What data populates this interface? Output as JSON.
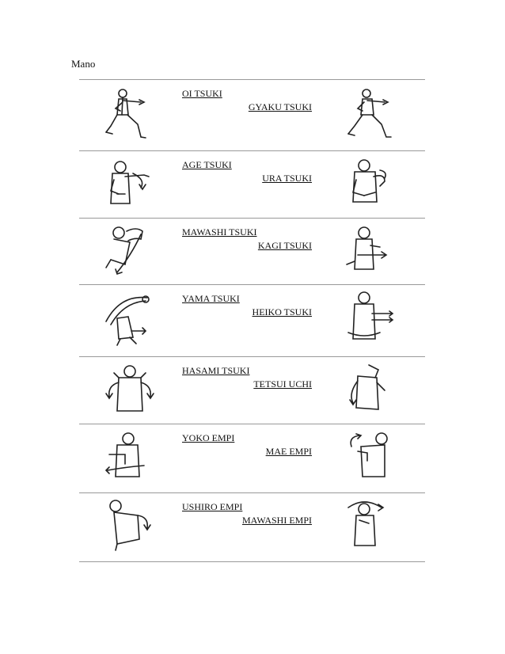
{
  "page": {
    "heading": "Mano"
  },
  "techniques": [
    {
      "left": "OI TSUKI",
      "right": "GYAKU TSUKI",
      "left_figure": "oi-tsuki-figure",
      "right_figure": "gyaku-tsuki-figure"
    },
    {
      "left": "AGE TSUKI",
      "right": "URA TSUKI",
      "left_figure": "age-tsuki-figure",
      "right_figure": "ura-tsuki-figure"
    },
    {
      "left": "MAWASHI TSUKI",
      "right": "KAGI TSUKI",
      "left_figure": "mawashi-tsuki-figure",
      "right_figure": "kagi-tsuki-figure"
    },
    {
      "left": "YAMA TSUKI",
      "right": "HEIKO TSUKI",
      "left_figure": "yama-tsuki-figure",
      "right_figure": "heiko-tsuki-figure"
    },
    {
      "left": "HASAMI TSUKI",
      "right": "TETSUI UCHI",
      "left_figure": "hasami-tsuki-figure",
      "right_figure": "tetsui-uchi-figure"
    },
    {
      "left": "YOKO EMPI",
      "right": "MAE EMPI",
      "left_figure": "yoko-empi-figure",
      "right_figure": "mae-empi-figure"
    },
    {
      "left": "USHIRO EMPI",
      "right": "MAWASHI EMPI",
      "left_figure": "ushiro-empi-figure",
      "right_figure": "mawashi-empi-figure"
    }
  ]
}
